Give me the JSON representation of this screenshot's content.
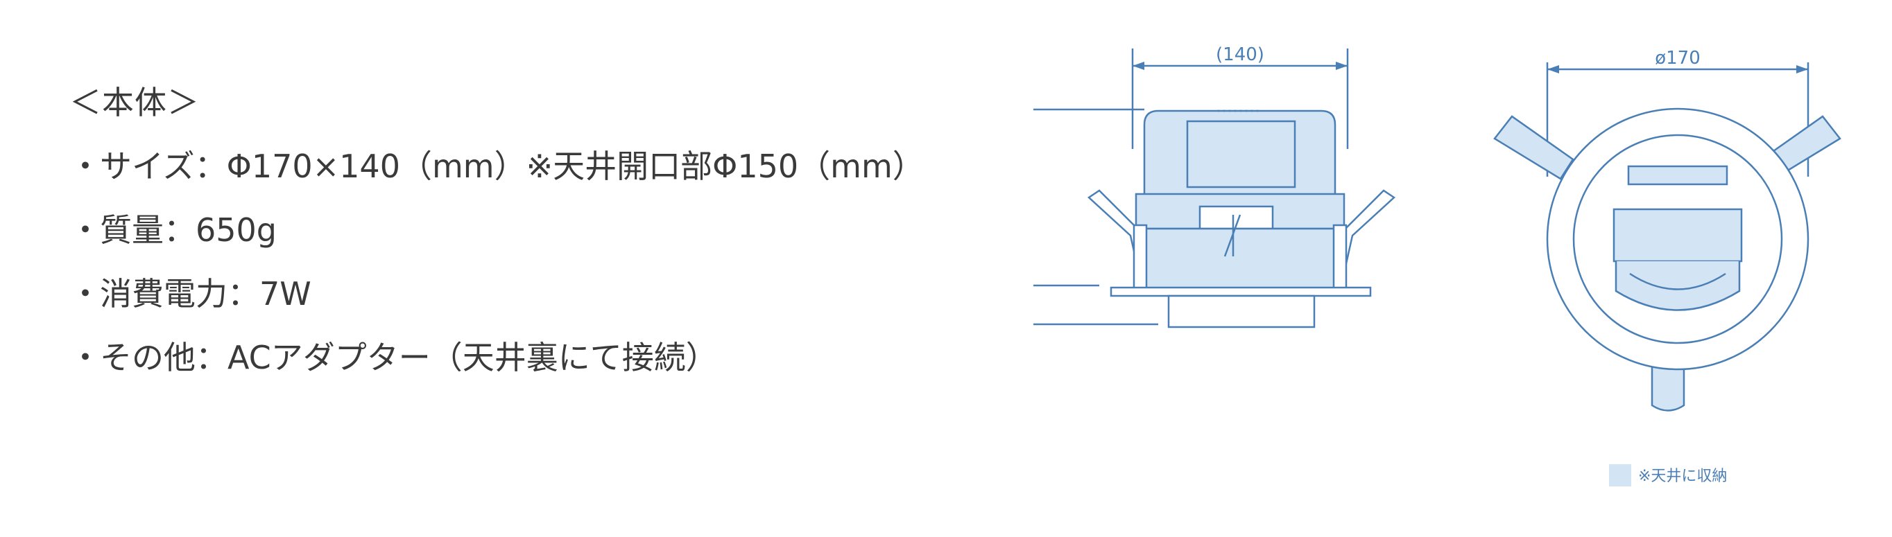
{
  "specs": {
    "heading": "＜本体＞",
    "bullet": "・",
    "items": [
      "サイズ：Φ170×140（mm）※天井開口部Φ150（mm）",
      "質量：650g",
      "消費電力：7W",
      "その他：ACアダプター（天井裏にて接続）"
    ]
  },
  "diagram": {
    "side_dimension": "(140)",
    "front_dimension": "ø170",
    "legend_label": "※天井に収納"
  },
  "colors": {
    "line": "#4a7fb5",
    "fill": "#d3e4f5",
    "text": "#3a3a3a"
  }
}
